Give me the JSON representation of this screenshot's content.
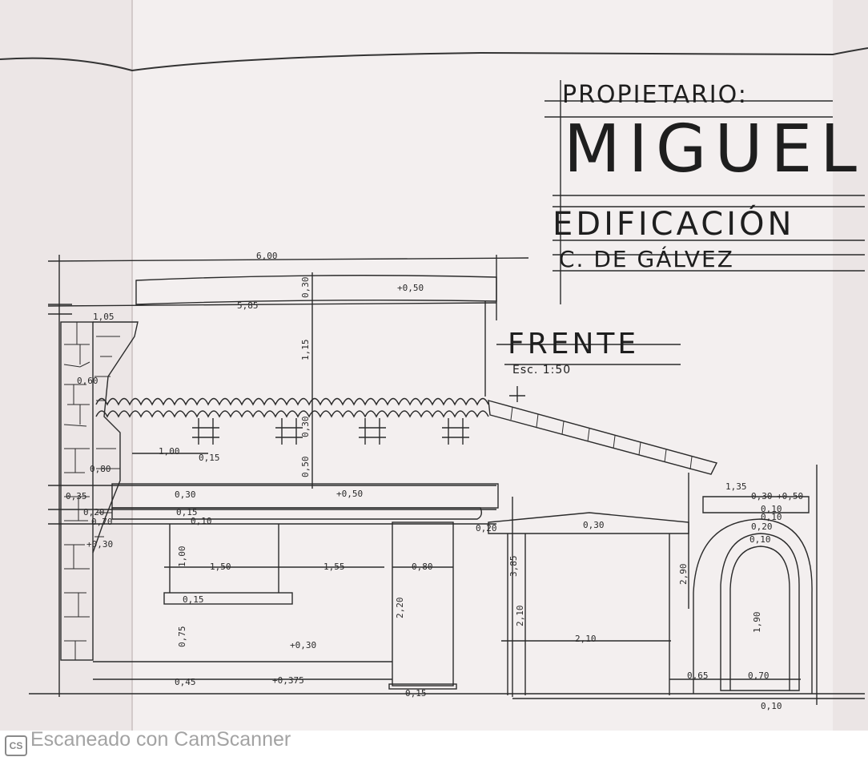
{
  "title_block": {
    "owner_label": "PROPIETARIO:",
    "owner_name": "MIGUEL",
    "building_label": "EDIFICACIÓN",
    "location": "C. DE GÁLVEZ"
  },
  "view": {
    "name": "FRENTE",
    "scale": "Esc. 1:50"
  },
  "dimensions": {
    "top_total": "6,00",
    "roof_width": "5,85",
    "slab_top": "+0,50",
    "slab_thk_top": "0,30",
    "parapet_height": "1,15",
    "wall_left": "1,05",
    "stone_mid": "0,60",
    "stone_low": "0,80",
    "gap_block": "1,00",
    "block_sm": "0,15",
    "tile_thk": "0,30",
    "wall_band": "0,50",
    "beam_30": "0,30",
    "beam_top": "+0,50",
    "beam_15": "0,15",
    "beam_10": "0,10",
    "left_35": "0,35",
    "left_20": "0,20",
    "left_70": "0,70",
    "left_p30": "+0,30",
    "win_h": "1,00",
    "win_w": "1,50",
    "gap_155": "1,55",
    "col_w": "0,80",
    "sill_15": "0,15",
    "dado_75": "0,75",
    "base_p30": "+0,30",
    "door_h": "2,20",
    "base_45": "0,45",
    "base_p375": "+0,375",
    "foot_15": "0,15",
    "gar_eave": "0,20",
    "gar_top": "0,30",
    "gar_h_total": "3,85",
    "gar_h": "2,10",
    "gar_w": "2,10",
    "arch_w_top": "1,35",
    "arch_30": "0,30",
    "arch_p50": "+0,50",
    "arch_10": "0,10",
    "arch_10b": "0,10",
    "arch_20": "0,20",
    "arch_wall_h": "2,90",
    "arch_10c": "0,10",
    "arch_open_h": "1,90",
    "arch_65": "0,65",
    "arch_70": "0,70",
    "arch_foot": "0,10"
  },
  "footer": {
    "logo": "CS",
    "scanner_text": "Escaneado con CamScanner"
  }
}
